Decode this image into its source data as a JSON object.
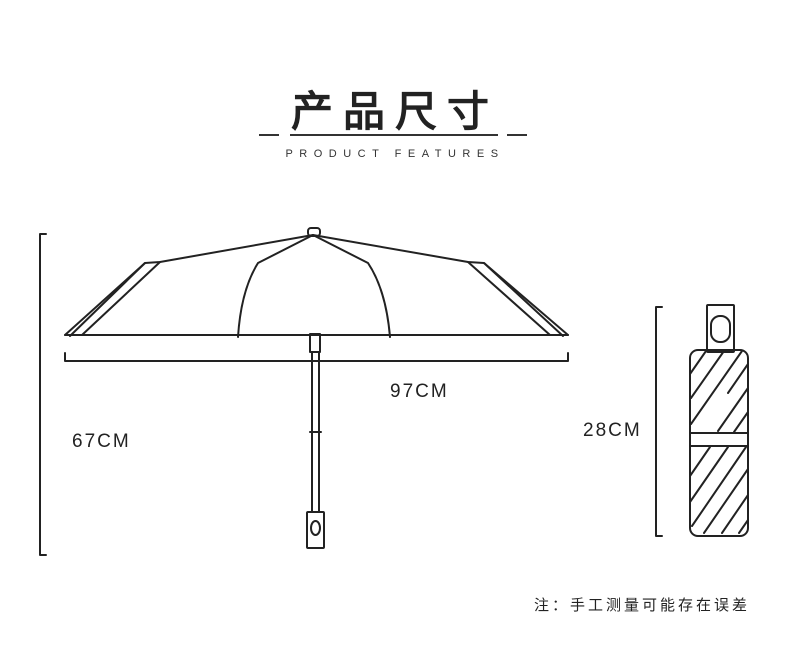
{
  "header": {
    "title": "产品尺寸",
    "subtitle": "PRODUCT FEATURES"
  },
  "dimensions": {
    "open_width": "97CM",
    "open_height": "67CM",
    "folded_length": "28CM"
  },
  "footnote": "注：手工测量可能存在误差"
}
